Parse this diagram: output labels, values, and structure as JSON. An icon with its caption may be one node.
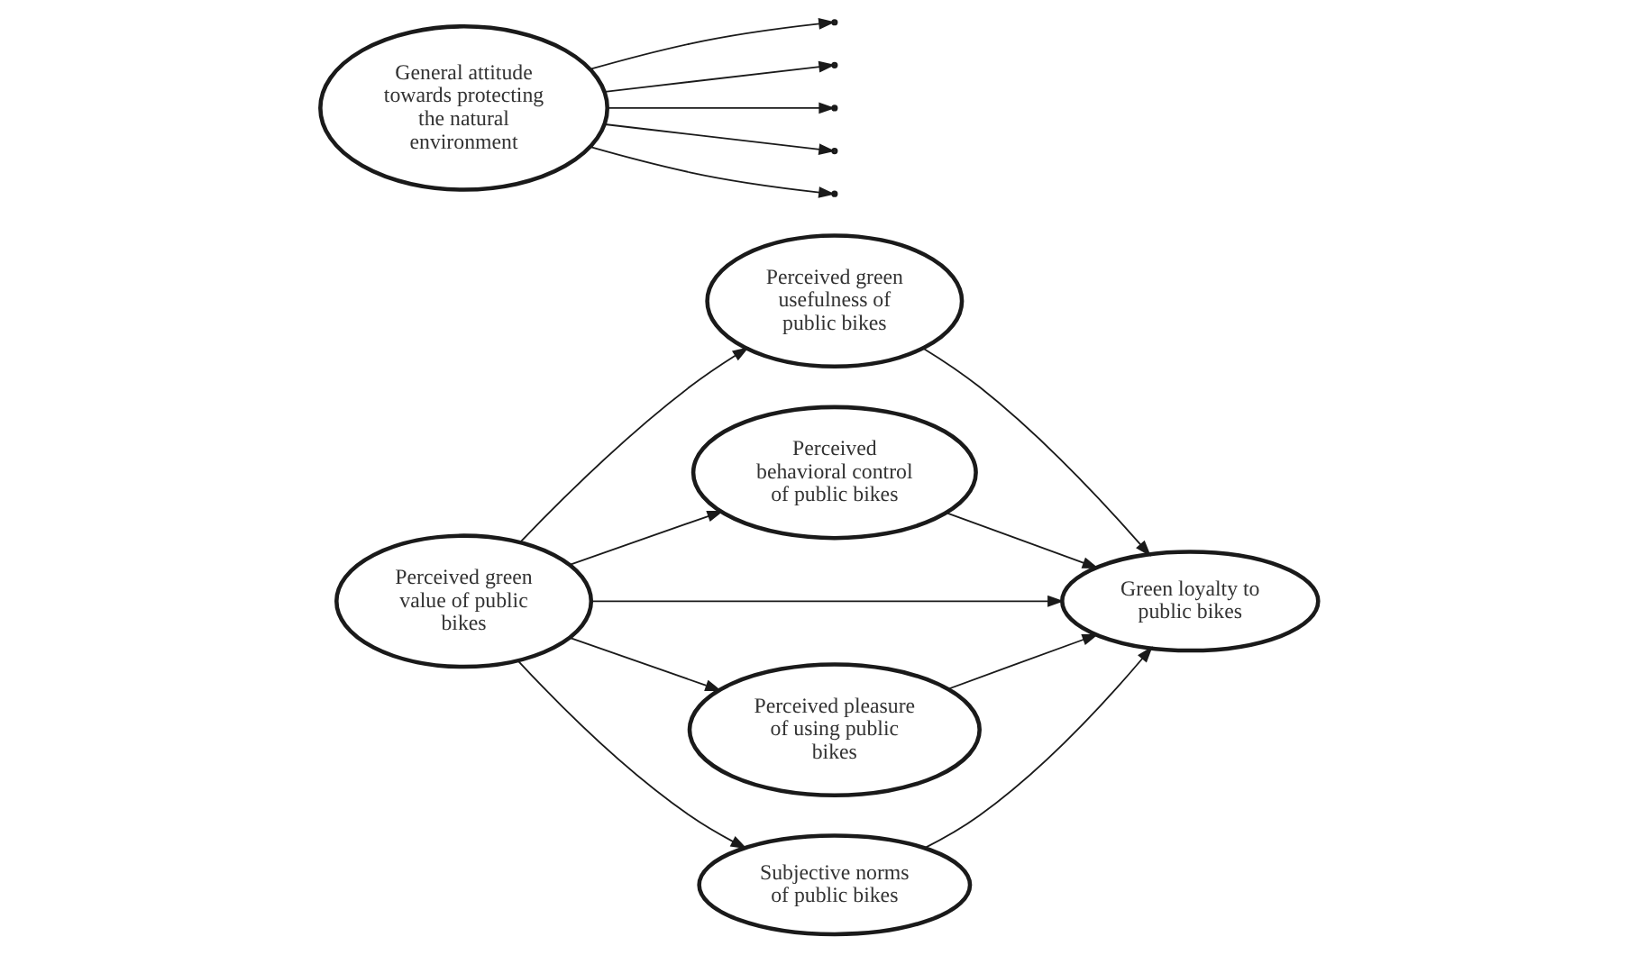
{
  "diagram": {
    "nodes": [
      {
        "text": [
          "Perceived green value of public bikes"
        ]
      },
      {
        "text": [
          "Perceived green usefulness of public bikes"
        ]
      },
      {
        "text": [
          "Perceived behavioral control of public bikes"
        ]
      },
      {
        "text": [
          "Green loyalty to public bikes"
        ]
      },
      {
        "text": [
          "General attitude towards protecting the natural environment"
        ]
      },
      {
        "text": [
          "Perceived pleasure of using public bikes"
        ]
      },
      {
        "text": [
          "Subjective norms of public bikes"
        ]
      }
    ],
    "edges": [
      {
        "from": 0,
        "to": 1,
        "arrow": "to"
      },
      {
        "from": 0,
        "to": 2,
        "arrow": "to"
      },
      {
        "from": 0,
        "to": 3,
        "arrow": "to"
      },
      {
        "from": 0,
        "to": 5,
        "arrow": "to"
      },
      {
        "from": 0,
        "to": 6,
        "arrow": "to"
      },
      {
        "from": 1,
        "to": 3,
        "arrow": "to"
      },
      {
        "from": 2,
        "to": 3,
        "arrow": "to"
      },
      {
        "from": 5,
        "to": 3,
        "arrow": "to"
      },
      {
        "from": 6,
        "to": 3,
        "arrow": "to"
      },
      {
        "from": 4,
        "to": null,
        "arrow": "to"
      },
      {
        "from": 4,
        "to": null,
        "arrow": "to"
      },
      {
        "from": 4,
        "to": null,
        "arrow": "to"
      },
      {
        "from": 4,
        "to": null,
        "arrow": "to"
      },
      {
        "from": 4,
        "to": null,
        "arrow": "to"
      }
    ]
  }
}
